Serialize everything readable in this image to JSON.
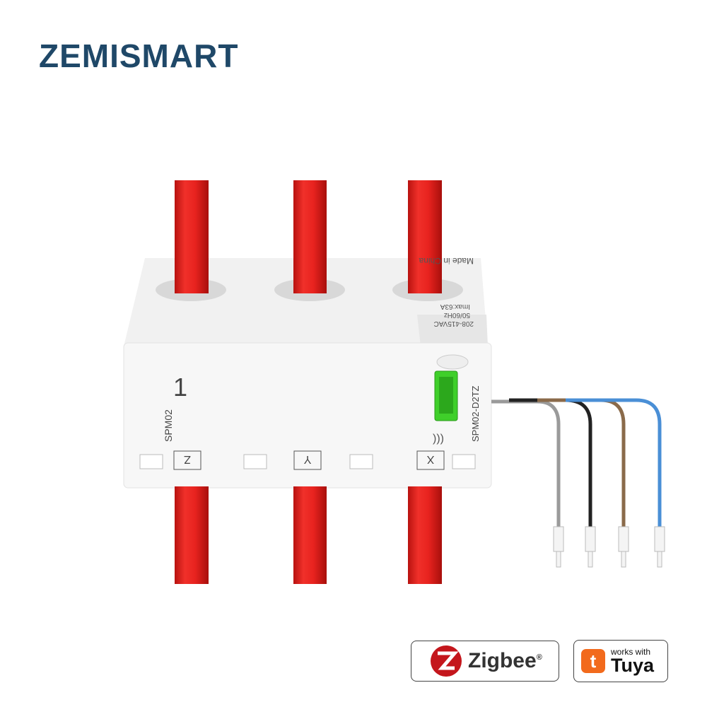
{
  "brand": {
    "name": "ZEMISMART",
    "color": "#1f4868"
  },
  "device": {
    "model_label": "SPM02",
    "number_label": "1",
    "side_label": "SPM02-D2TZ",
    "phase_labels": [
      "Z",
      "Y",
      "X"
    ],
    "top_text": [
      "208-415VAC",
      "50/60Hz",
      "Imax:63A",
      "Made in China"
    ],
    "cable_color": "#e8231f",
    "wire_colors": [
      "#9a9a9a",
      "#222222",
      "#8a6a4a",
      "#4a8fd6"
    ],
    "connector_color": "#3fcf2a"
  },
  "badges": {
    "zigbee": {
      "label": "Zigbee",
      "mark": "®",
      "color": "#c4161c"
    },
    "tuya": {
      "small": "works with",
      "big": "Tuya",
      "icon_letter": "t",
      "color": "#f26a1c"
    }
  }
}
